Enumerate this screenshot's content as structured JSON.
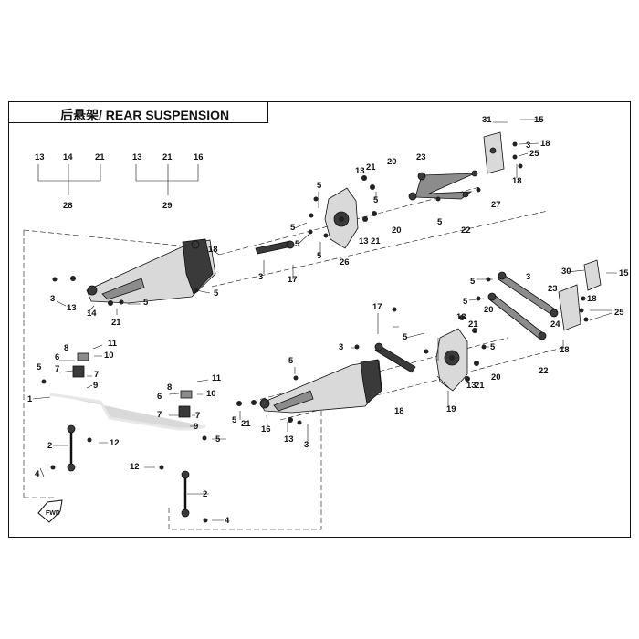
{
  "title": {
    "chinese": "后悬架/",
    "english": "REAR SUSPENSION"
  },
  "kits": [
    {
      "items": [
        "13",
        "14",
        "21"
      ],
      "result": "28"
    },
    {
      "items": [
        "13",
        "21",
        "16"
      ],
      "result": "29"
    }
  ],
  "callouts": {
    "c1": "1",
    "c2a": "2",
    "c2b": "2",
    "c3a": "3",
    "c3b": "3",
    "c3c": "3",
    "c3d": "3",
    "c3e": "3",
    "c3f": "3",
    "c4a": "4",
    "c4b": "4",
    "c5a": "5",
    "c5b": "5",
    "c5c": "5",
    "c5d": "5",
    "c5e": "5",
    "c5f": "5",
    "c5g": "5",
    "c5h": "5",
    "c5i": "5",
    "c5j": "5",
    "c5k": "5",
    "c5l": "5",
    "c5m": "5",
    "c5n": "5",
    "c5o": "5",
    "c5p": "5",
    "c6a": "6",
    "c6b": "6",
    "c7a": "7",
    "c7b": "7",
    "c7c": "7",
    "c7d": "7",
    "c8a": "8",
    "c8b": "8",
    "c9a": "9",
    "c9b": "9",
    "c10a": "10",
    "c10b": "10",
    "c11a": "11",
    "c11b": "11",
    "c12a": "12",
    "c12b": "12",
    "c13a": "13",
    "c13b": "13",
    "c13c": "13",
    "c13d": "13",
    "c13e": "13",
    "c13f": "13",
    "c14": "14",
    "c15a": "15",
    "c15b": "15",
    "c16": "16",
    "c17a": "17",
    "c17b": "17",
    "c18a": "18",
    "c18b": "18",
    "c18c": "18",
    "c18d": "18",
    "c18e": "18",
    "c18f": "18",
    "c19": "19",
    "c20a": "20",
    "c20b": "20",
    "c20c": "20",
    "c20d": "20",
    "c21a": "21",
    "c21b": "21",
    "c21c": "21",
    "c21d": "21",
    "c21e": "21",
    "c21f": "21",
    "c22a": "22",
    "c22b": "22",
    "c23a": "23",
    "c23b": "23",
    "c24": "24",
    "c25a": "25",
    "c25b": "25",
    "c26": "26",
    "c27": "27",
    "c30": "30",
    "c31": "31"
  },
  "fwd_label": "FWD"
}
